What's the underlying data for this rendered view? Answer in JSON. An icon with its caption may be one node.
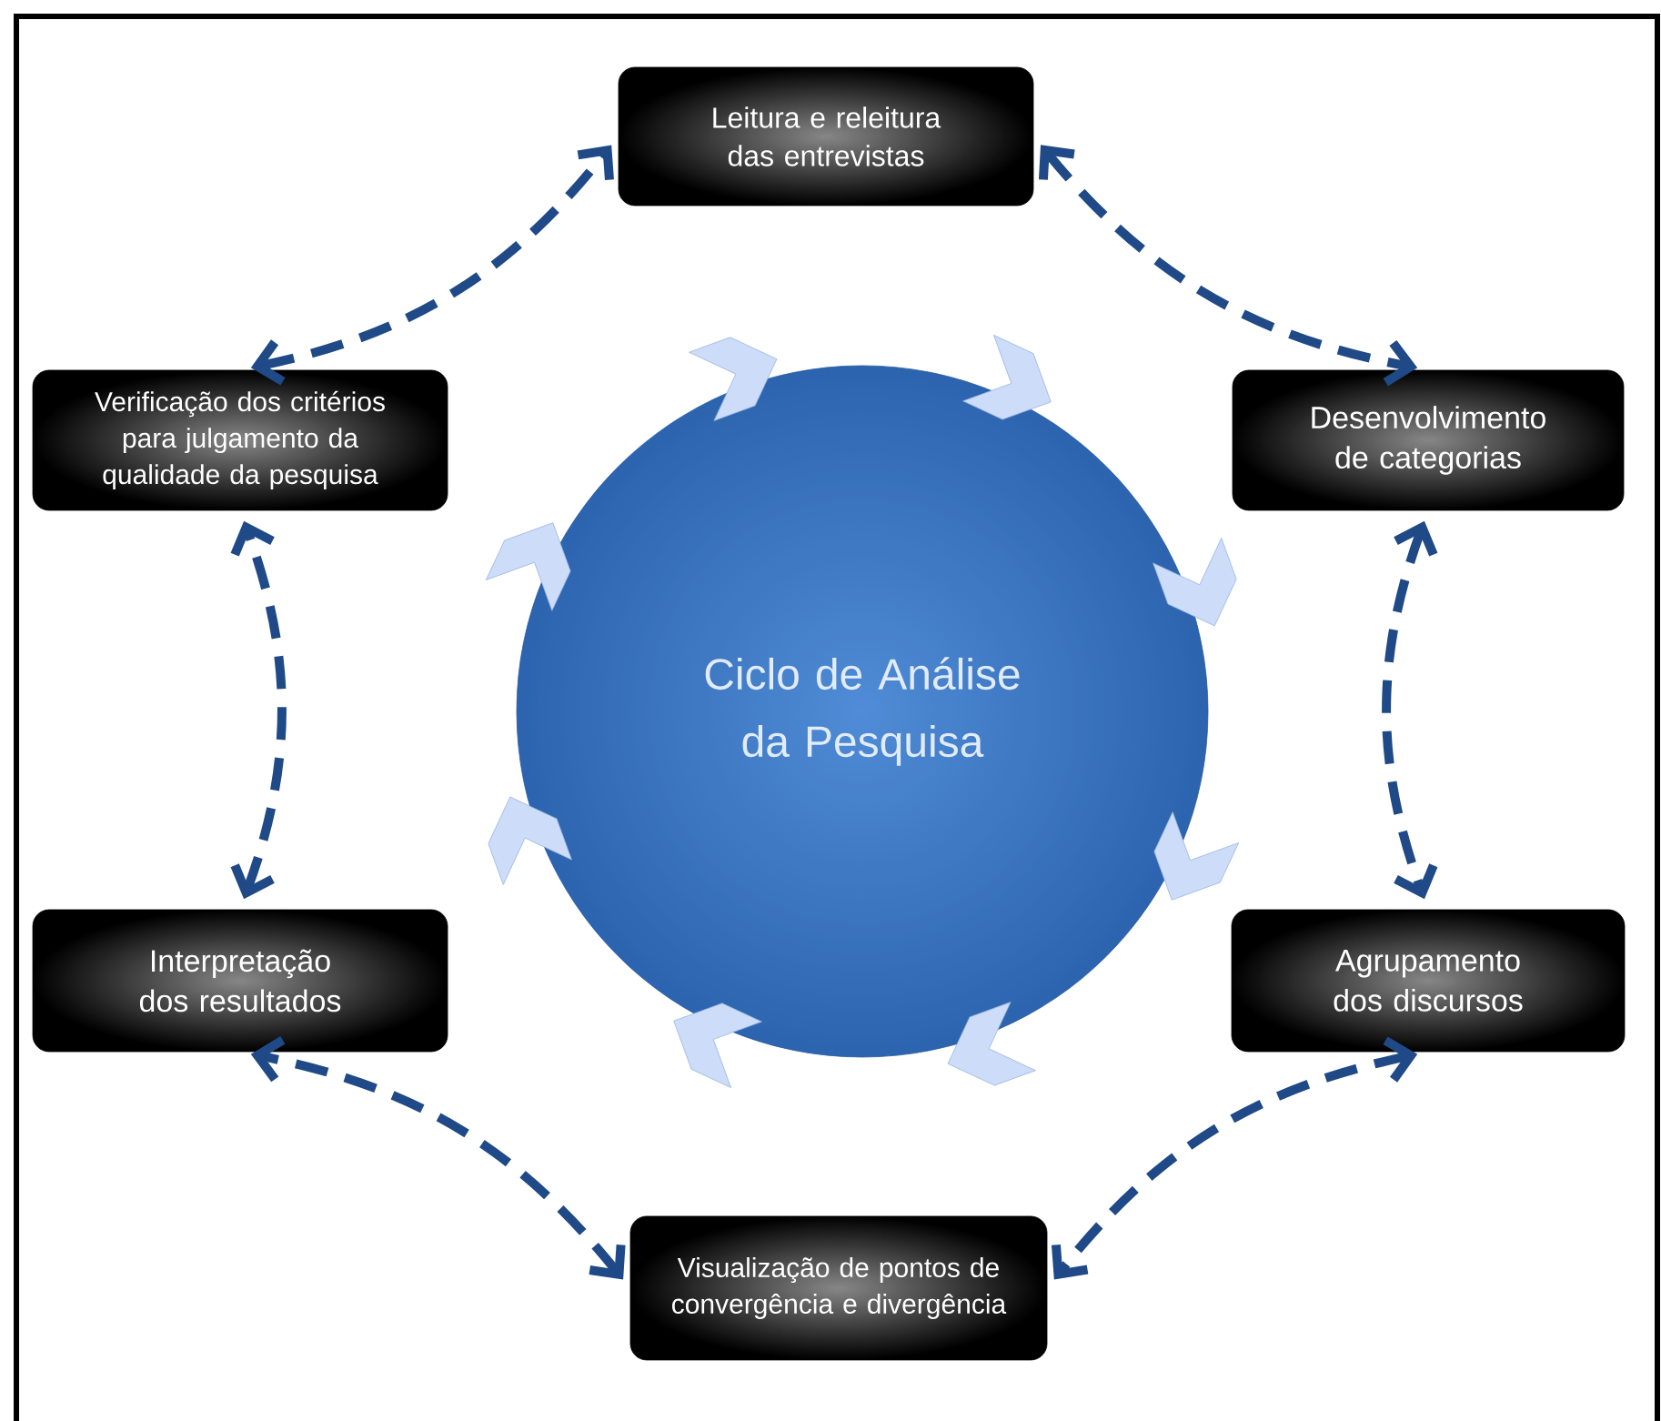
{
  "diagram": {
    "nodes": [
      {
        "text": [
          "Ciclo de Análise da Pesquisa"
        ]
      },
      {
        "text": [
          "Leitura e releitura das entrevistas"
        ]
      },
      {
        "text": [
          "Desenvolvimento de categorias"
        ]
      },
      {
        "text": [
          "Agrupamento dos discursos"
        ]
      },
      {
        "text": [
          "Visualização de pontos de convergência e divergência"
        ]
      },
      {
        "text": [
          "Interpretação dos resultados"
        ]
      },
      {
        "text": [
          "Verificação dos critérios para julgamento da qualidade da pesquisa"
        ]
      }
    ],
    "edges": [
      {
        "from": 1,
        "to": 2,
        "arrow": "both",
        "style": "dashed"
      },
      {
        "from": 2,
        "to": 3,
        "arrow": "both",
        "style": "dashed"
      },
      {
        "from": 3,
        "to": 4,
        "arrow": "both",
        "style": "dashed"
      },
      {
        "from": 4,
        "to": 5,
        "arrow": "both",
        "style": "dashed"
      },
      {
        "from": 5,
        "to": 6,
        "arrow": "both",
        "style": "dashed"
      },
      {
        "from": 6,
        "to": 1,
        "arrow": "both",
        "style": "dashed"
      }
    ]
  }
}
